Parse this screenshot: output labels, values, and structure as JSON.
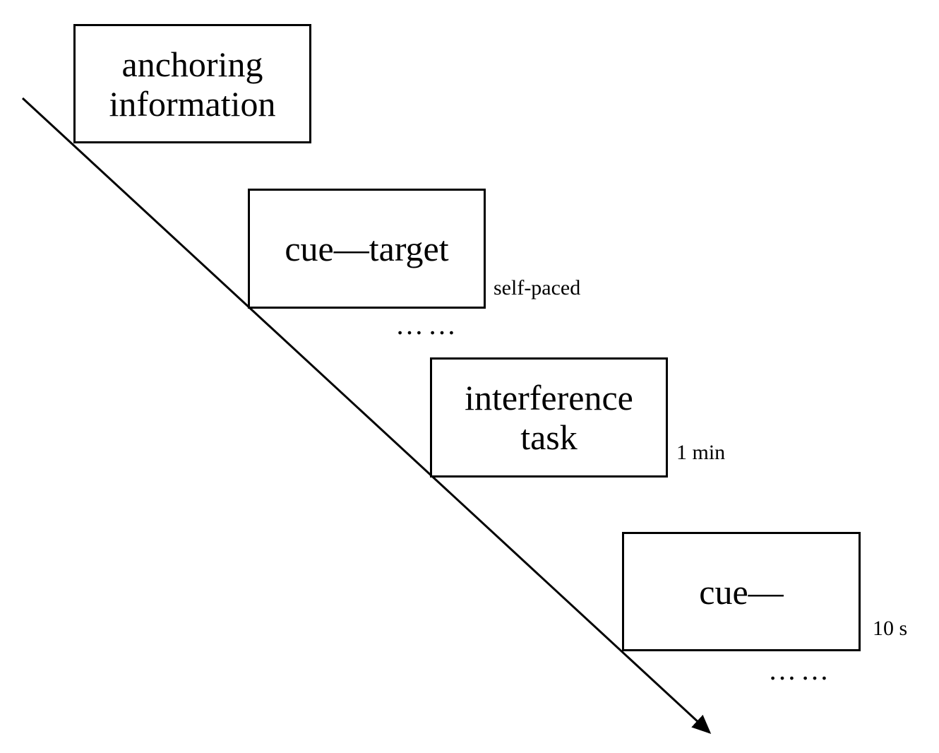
{
  "diagram": {
    "stages": [
      {
        "lines": [
          "anchoring",
          "information"
        ],
        "duration": ""
      },
      {
        "lines": [
          "cue—target"
        ],
        "duration": "self-paced"
      },
      {
        "lines": [
          "interference",
          "task"
        ],
        "duration": "1 min"
      },
      {
        "lines": [
          "cue—"
        ],
        "duration": "10 s"
      }
    ],
    "ellipsis_1": "……",
    "ellipsis_2": "……"
  }
}
